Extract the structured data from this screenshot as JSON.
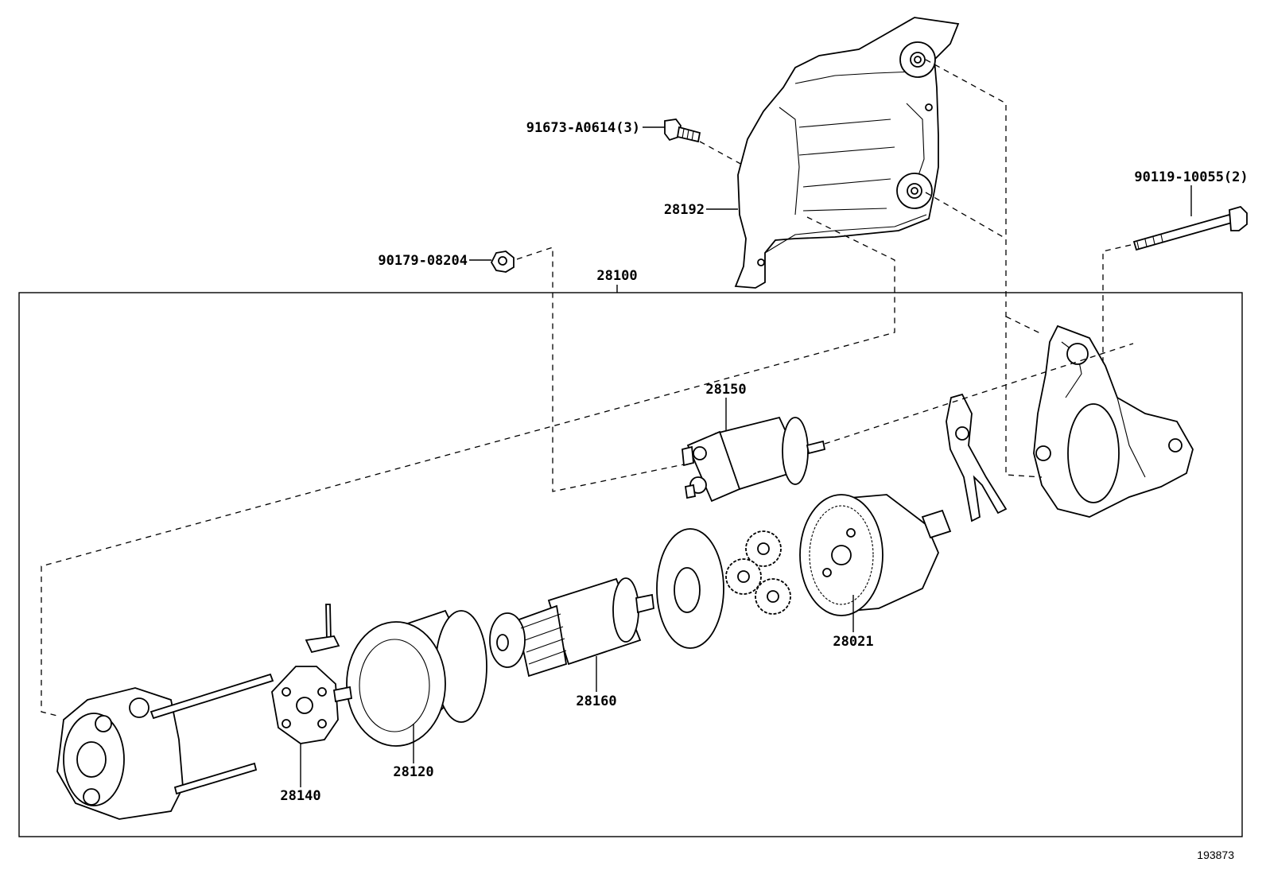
{
  "diagram": {
    "assembly_label": "28100",
    "reference_number": "193873",
    "parts": {
      "bolt_cover": "91673-A0614(3)",
      "cover": "28192",
      "nut": "90179-08204",
      "through_bolt": "90119-10055(2)",
      "solenoid": "28150",
      "gear_assembly": "28021",
      "armature": "28160",
      "yoke": "28120",
      "brush_holder": "28140"
    }
  }
}
